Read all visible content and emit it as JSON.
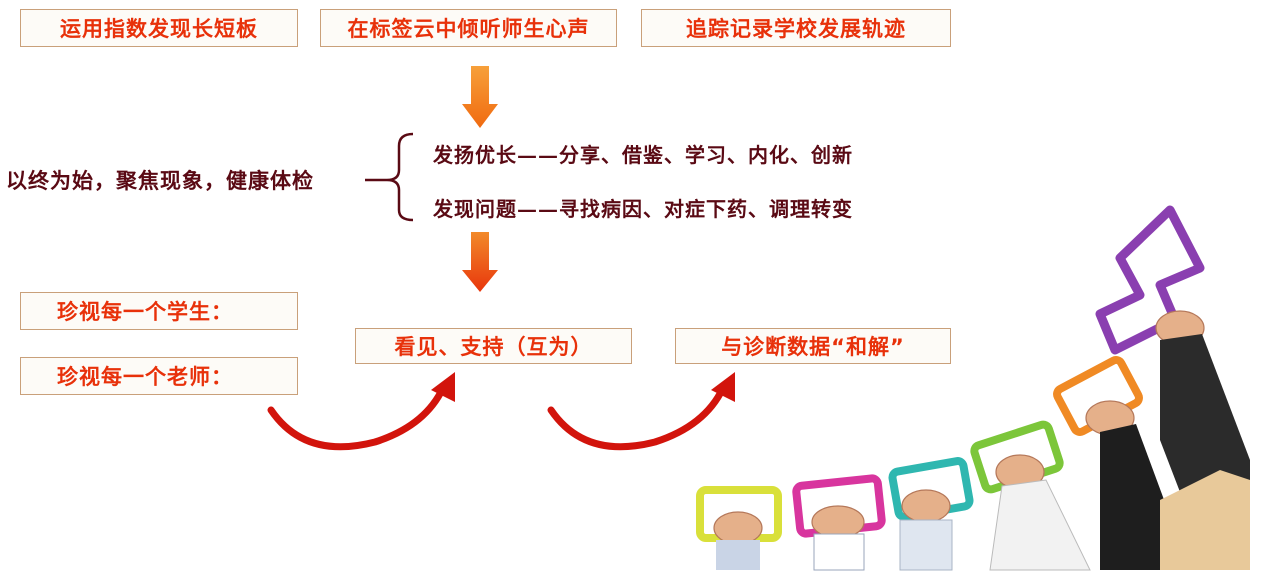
{
  "top_boxes": [
    "运用指数发现长短板",
    "在标签云中倾听师生心声",
    "追踪记录学校发展轨迹"
  ],
  "center": {
    "left_label": "以终为始，聚焦现象，健康体检",
    "branch1": {
      "head": "发扬优长",
      "dash": "——",
      "tail": "分享、借鉴、学习、内化、创新"
    },
    "branch2": {
      "head": "发现问题",
      "dash": "——",
      "tail": "寻找病因、对症下药、调理转变"
    }
  },
  "left_boxes": [
    "珍视每一个学生：",
    "珍视每一个老师："
  ],
  "mid_box": "看见、支持（互为）",
  "right_box": "与诊断数据“和解”",
  "colors": {
    "box_text": "#e8310a",
    "box_border": "#c9a07a",
    "dark_text": "#5a0a14",
    "arrow_orange": "#f47b20",
    "curve_red": "#d2140c"
  },
  "icons": [
    "down-arrow-icon",
    "curved-arrow-icon",
    "up-arrow-icon",
    "frame-icon",
    "hand-icon"
  ]
}
